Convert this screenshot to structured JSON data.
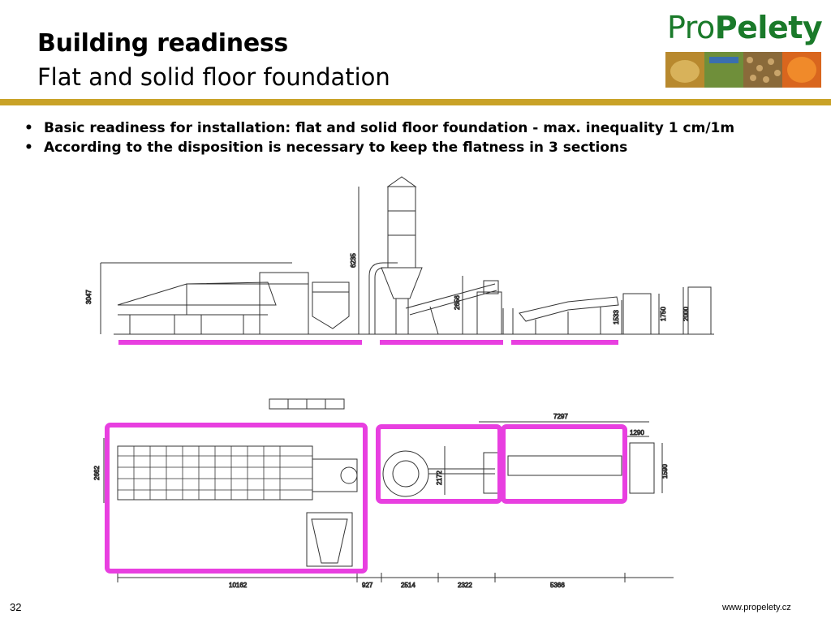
{
  "header": {
    "title": "Building readiness",
    "subtitle": "Flat and solid floor foundation"
  },
  "logo": {
    "text_pro": "Pro",
    "text_pelety": "Pelety",
    "color": "#1a7a2a"
  },
  "bullets": [
    "Basic readiness for installation: flat and solid floor foundation - max. inequality 1 cm/1m",
    "According to the disposition is necessary to keep the flatness in 3 sections"
  ],
  "drawing": {
    "side_view_dims": [
      "3047",
      "6235",
      "2656",
      "1533",
      "1750",
      "2000"
    ],
    "plan_view_dims": [
      "7297",
      "1290",
      "2662",
      "2172",
      "1590",
      "10162",
      "927",
      "2514",
      "2322",
      "5366"
    ],
    "highlight_color": "#e83fe0"
  },
  "footer": {
    "page_number": "32",
    "website": "www.propelety.cz"
  },
  "colors": {
    "gold_rule": "#c9a227"
  }
}
